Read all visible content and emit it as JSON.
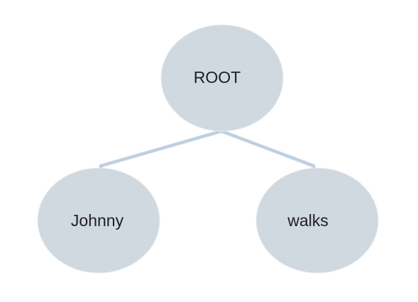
{
  "diagram": {
    "nodes": {
      "root": {
        "label": "ROOT"
      },
      "left_child": {
        "label": "Johnny"
      },
      "right_child": {
        "label": "walks"
      }
    },
    "edges": [
      {
        "from": "root",
        "to": "left_child"
      },
      {
        "from": "root",
        "to": "right_child"
      }
    ],
    "colors": {
      "node_fill": "#d0d8e0",
      "edge": "#c9d7e5",
      "text": "#1f1f1f"
    }
  }
}
